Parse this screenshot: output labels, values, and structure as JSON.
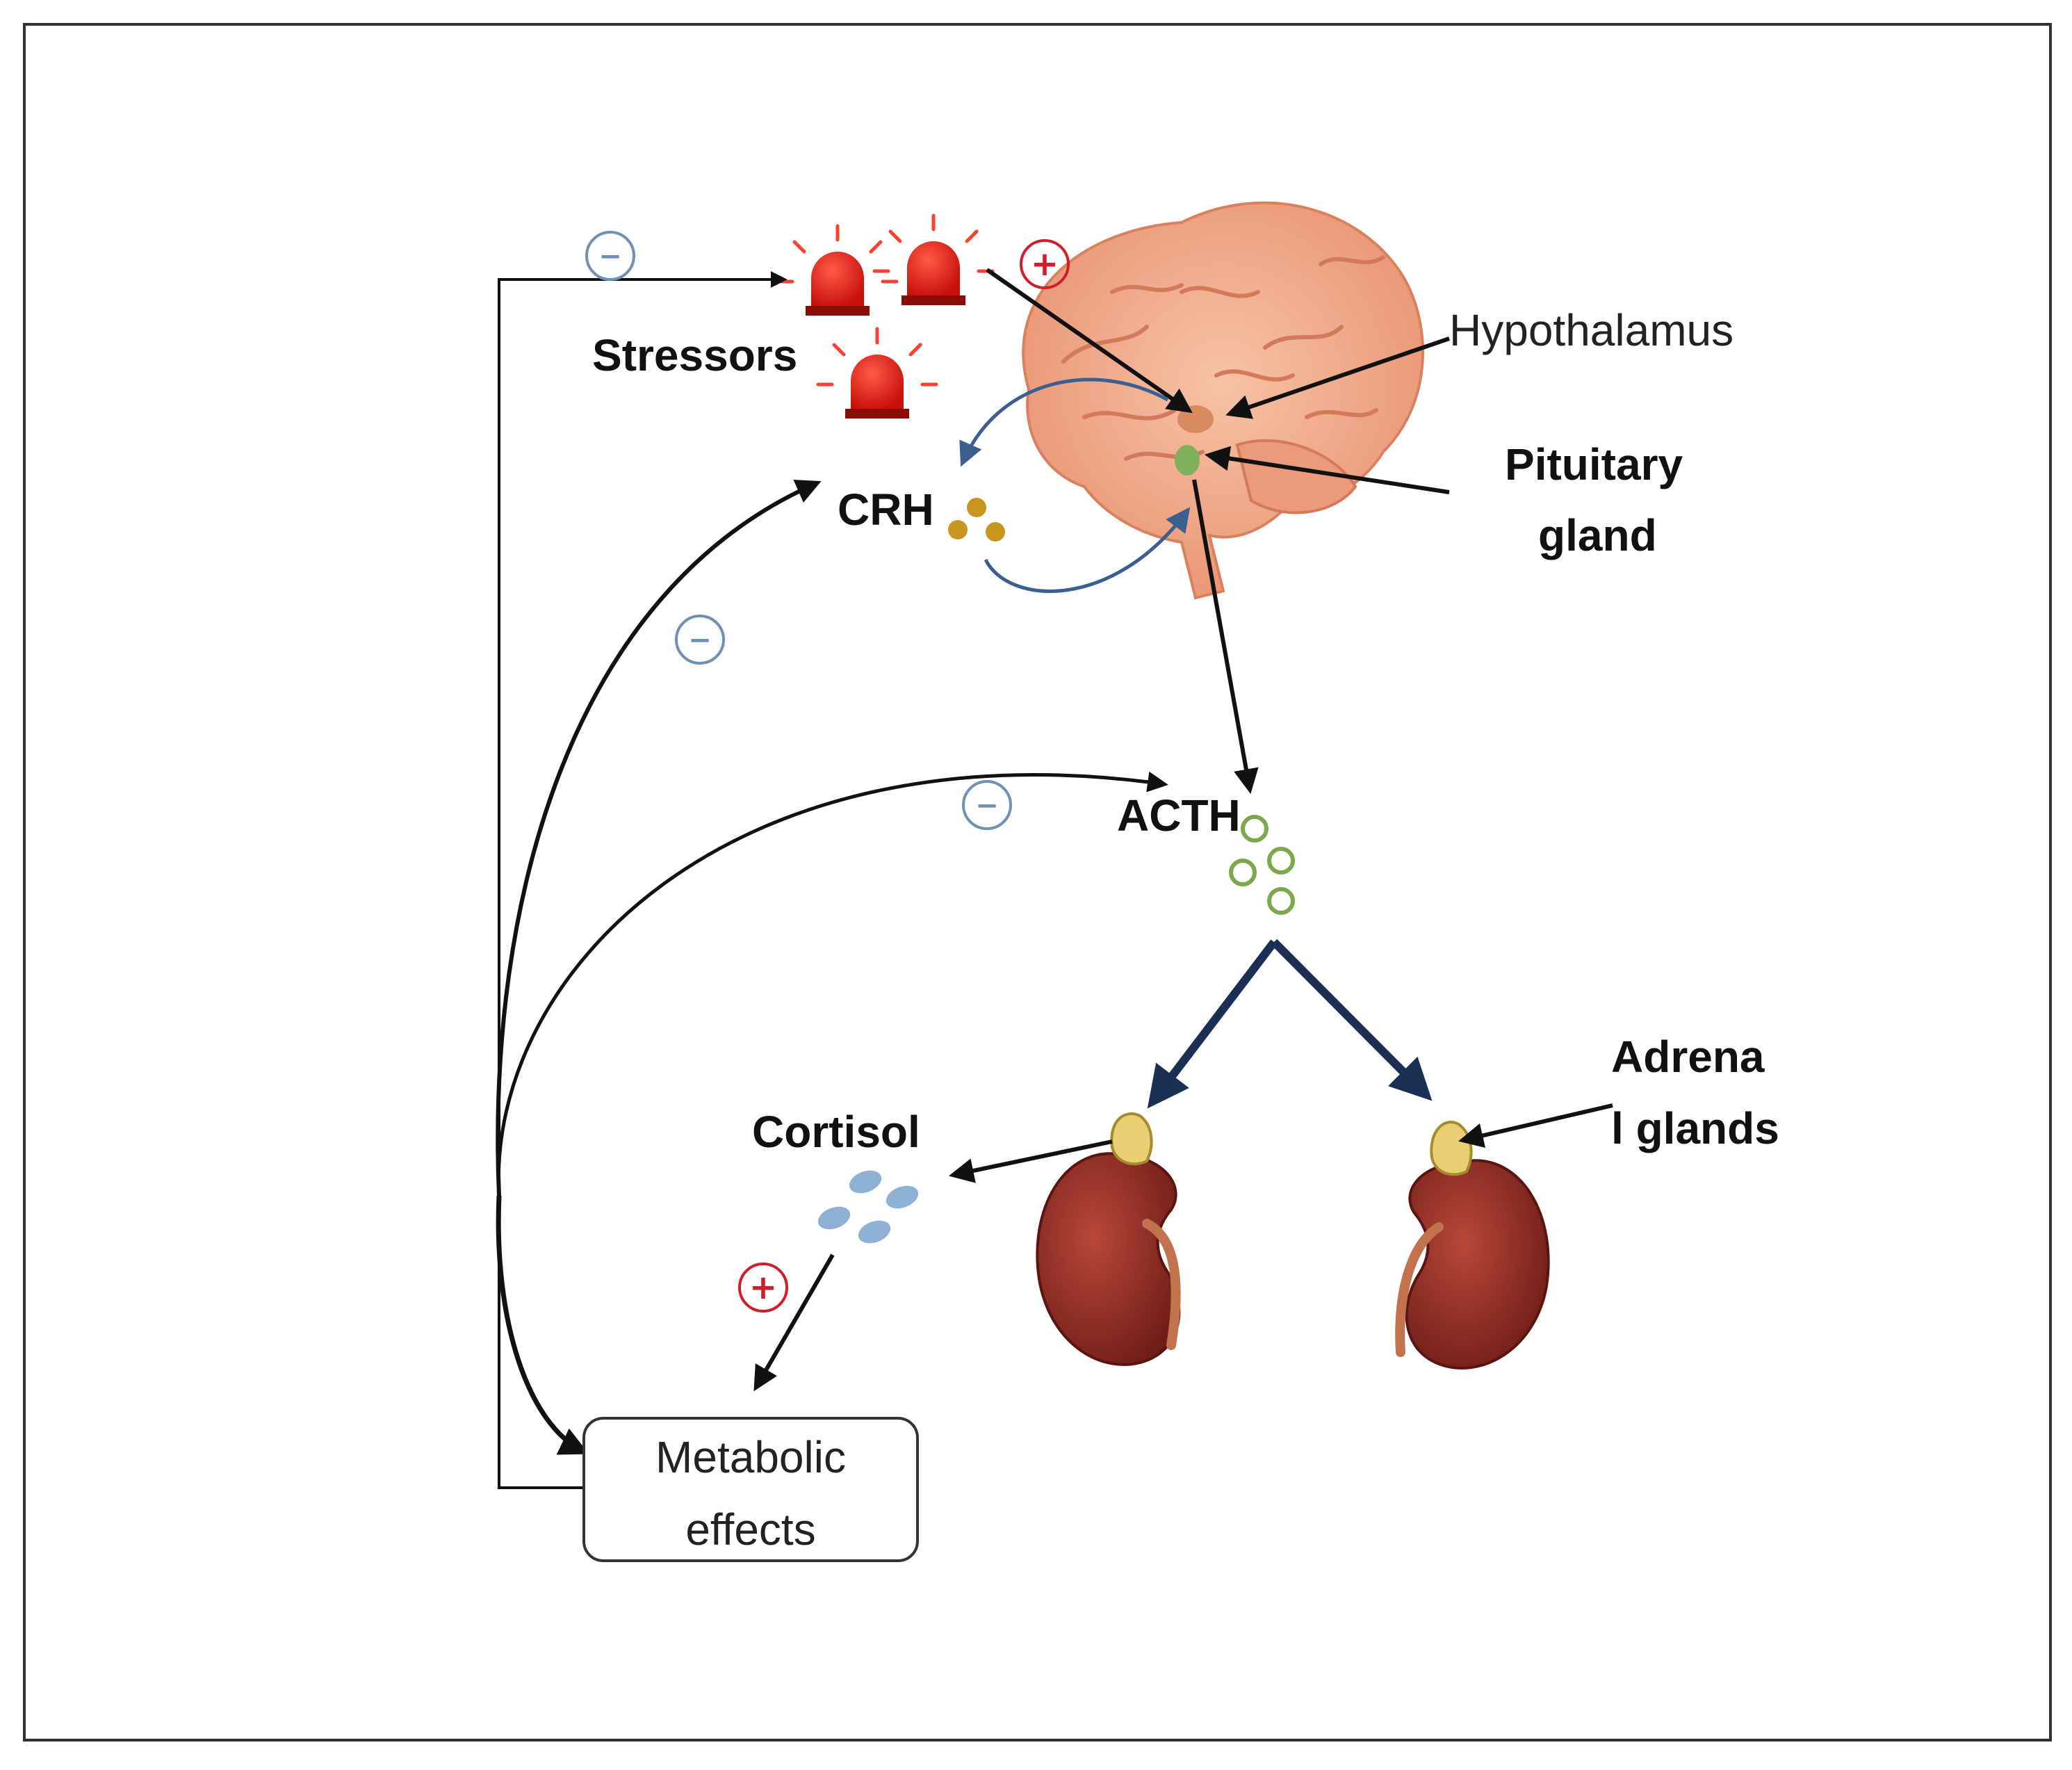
{
  "labels": {
    "stressors": "Stressors",
    "hypothalamus": "Hypothalamus",
    "pituitary_line1": "Pituitary",
    "pituitary_line2": "gland",
    "crh": "CRH",
    "acth": "ACTH",
    "adrenal_line1": "Adrena",
    "adrenal_line2": "l glands",
    "cortisol": "Cortisol",
    "metabolic_line1": "Metabolic",
    "metabolic_line2": "effects"
  },
  "signs": {
    "plus": "+",
    "minus": "−"
  },
  "colors": {
    "inhibit_blue": "#6f8fb5",
    "stimulate_red": "#d01f2a",
    "arrow_black": "#111111",
    "arrow_navy": "#1b2f55",
    "loop_blue": "#3b5f8f",
    "crh_gold": "#c8961e",
    "acth_green": "#7aa84a",
    "cortisol_blue": "#8fb1d6",
    "siren_red": "#e31b12",
    "brain_pink": "#f2a98a",
    "kidney_red": "#8e2a22",
    "adrenal_yellow": "#e8cf73"
  }
}
